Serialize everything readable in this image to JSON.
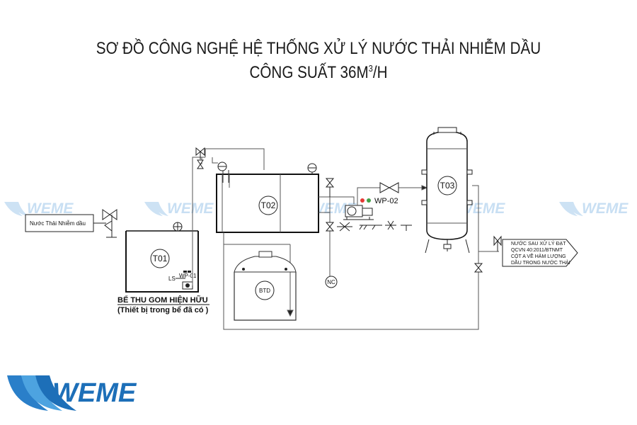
{
  "diagram": {
    "title_line1": "SƠ ĐỒ CÔNG NGHỆ HỆ THỐNG XỬ LÝ NƯỚC THẢI NHIỄM DẦU",
    "title_line2": "CÔNG SUẤT  36M",
    "title_line2_sup": "3",
    "title_line2_suffix": "/H",
    "input_label": "Nước Thải Nhiễm dầu",
    "tanks": {
      "t01": "T01",
      "t02": "T02",
      "t03": "T03",
      "btd": "BTD"
    },
    "pump_wp01": "WP-01",
    "pump_wp02": "WP-02",
    "level_switch": "LS",
    "nc_label": "NC",
    "caption_line1": "BỂ THU GOM HIỆN HỮU",
    "caption_line2": "(Thiết bị trong bể đã có )",
    "output_lines": [
      "NƯỚC SAU XỬ LÝ ĐẠT",
      "QCVN 40:2011/BTNMT",
      "CỘT A VỀ HÀM LƯỢNG",
      "DẦU TRONG NƯỚC THẢI"
    ],
    "watermark": "WEME",
    "logo": "WEME"
  },
  "colors": {
    "line": "#222222",
    "pipe": "#555555",
    "brand_blue": "#1d6fb8",
    "watermark": "#9cc6ea",
    "indicator_red": "#e53935",
    "indicator_green": "#43a047"
  }
}
